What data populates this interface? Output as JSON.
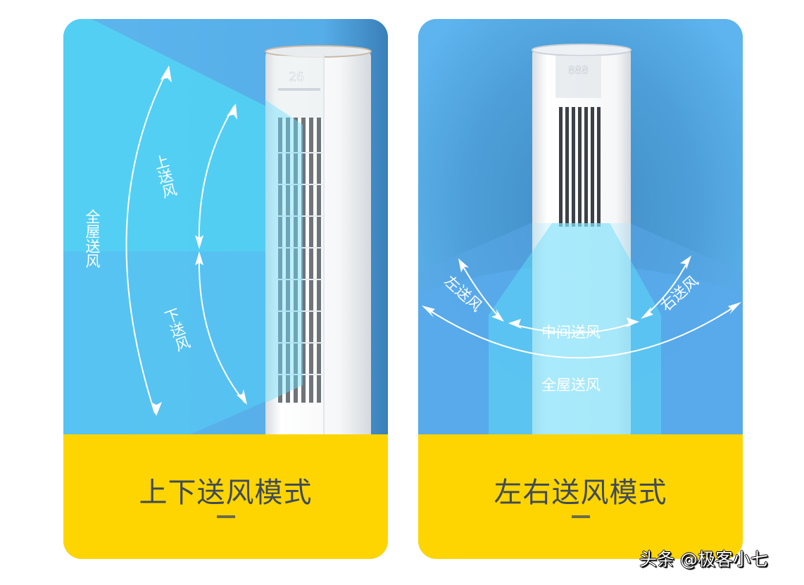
{
  "panels": [
    {
      "mode_title": "上下送风模式",
      "labels": {
        "whole_house": "全屋送风",
        "upward": "上送风",
        "downward": "下送风"
      }
    },
    {
      "mode_title": "左右送风模式",
      "labels": {
        "left": "左送风",
        "right": "右送风",
        "middle": "中间送风",
        "whole_house": "全屋送风"
      }
    }
  ],
  "ac_display": {
    "temperature": "26"
  },
  "colors": {
    "sky_blue": "#5ab3ec",
    "airflow_cyan": "#52d3f5",
    "footer_yellow": "#fed500",
    "title_text": "#3f4a57"
  },
  "watermark": "头条 @极客小七"
}
